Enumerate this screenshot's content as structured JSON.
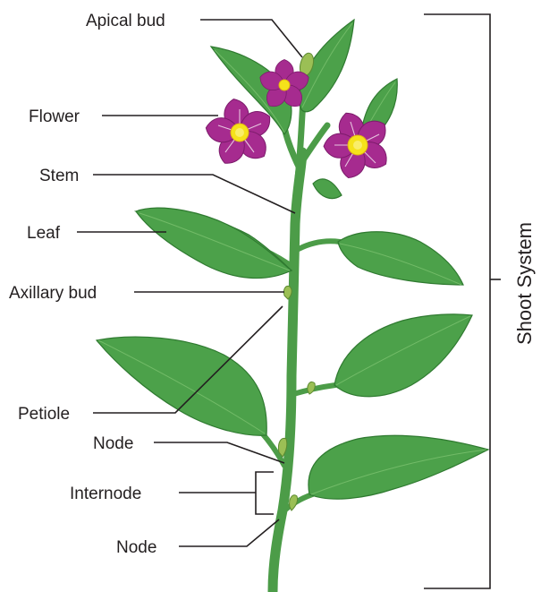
{
  "labels": {
    "apical_bud": "Apical bud",
    "flower": "Flower",
    "stem": "Stem",
    "leaf": "Leaf",
    "axillary_bud": "Axillary bud",
    "petiole": "Petiole",
    "node_upper": "Node",
    "internode": "Internode",
    "node_lower": "Node"
  },
  "system_label": "Shoot System",
  "colors": {
    "leaf": "#4ca14a",
    "stem": "#4c9c48",
    "petal": "#a62b8f",
    "flower_center": "#f5e21b",
    "text": "#231f20"
  }
}
